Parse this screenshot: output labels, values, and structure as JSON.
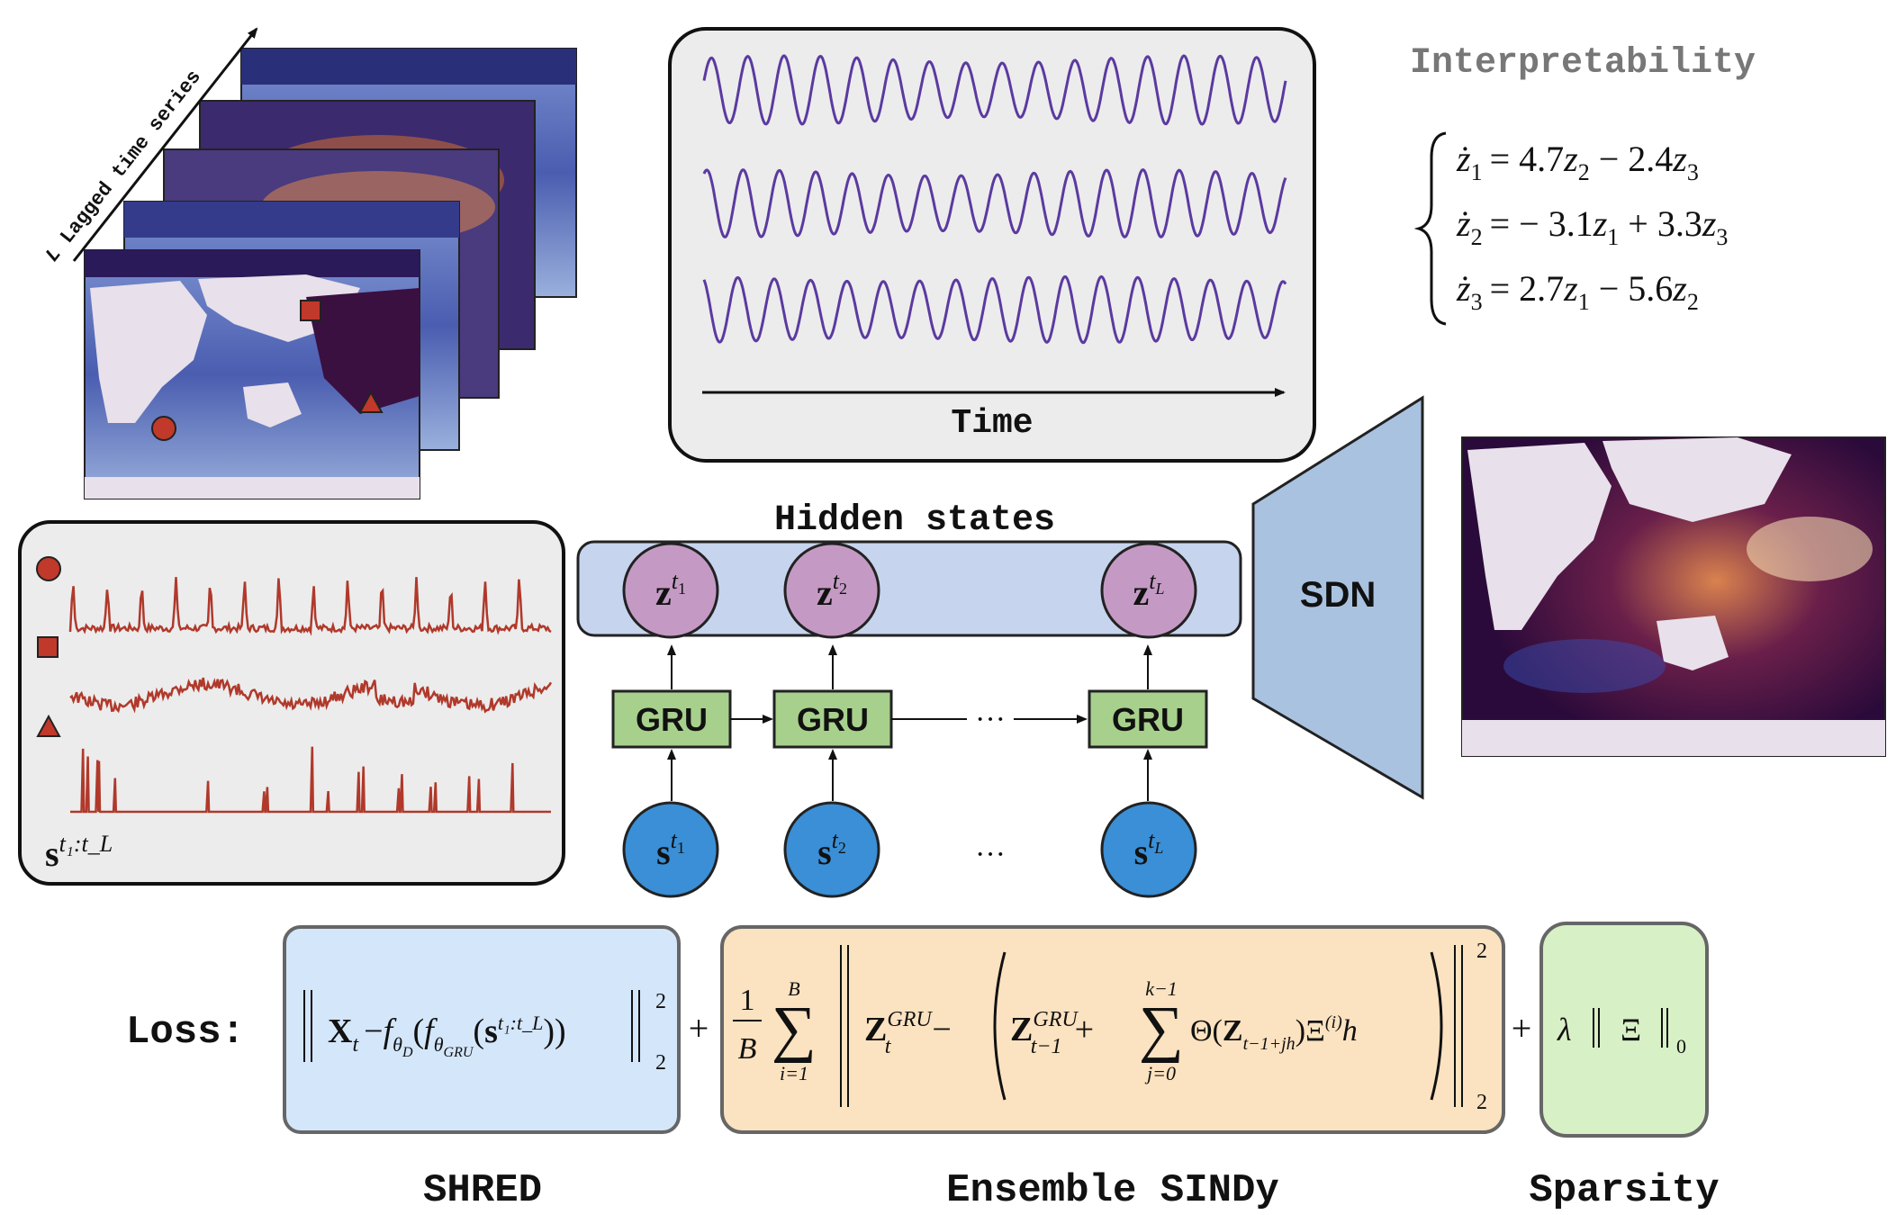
{
  "lagged_label": {
    "prefix": "L",
    "text": " Lagged time series"
  },
  "time_panel": {
    "axis_label": "Time"
  },
  "interpretability": {
    "title": "Interpretability",
    "equations": [
      {
        "lhs": "ż",
        "lhs_sub": "1",
        "t1": "= 4.7",
        "v1": "z",
        "s1": "2",
        "t2": " − 2.4",
        "v2": "z",
        "s2": "3"
      },
      {
        "lhs": "ż",
        "lhs_sub": "2",
        "t1": "= − 3.1",
        "v1": "z",
        "s1": "1",
        "t2": " + 3.3",
        "v2": "z",
        "s2": "3"
      },
      {
        "lhs": "ż",
        "lhs_sub": "3",
        "t1": "= 2.7",
        "v1": "z",
        "s1": "1",
        "t2": " − 5.6",
        "v2": "z",
        "s2": "2"
      }
    ]
  },
  "sensor_panel": {
    "label_base": "s",
    "label_sup": "t₁:t_L"
  },
  "hidden": {
    "title": "Hidden states",
    "z_nodes": [
      {
        "base": "z",
        "sup": "t",
        "subsup": "1"
      },
      {
        "base": "z",
        "sup": "t",
        "subsup": "2"
      },
      {
        "base": "z",
        "sup": "t",
        "subsup": "L"
      }
    ],
    "gru_label": "GRU",
    "s_nodes": [
      {
        "base": "s",
        "sup": "t",
        "subsup": "1"
      },
      {
        "base": "s",
        "sup": "t",
        "subsup": "2"
      },
      {
        "base": "s",
        "sup": "t",
        "subsup": "L"
      }
    ],
    "ellipsis": "···"
  },
  "decoder": {
    "label": "SDN"
  },
  "loss": {
    "label": "Loss:",
    "plus": "+",
    "shred_caption": "SHRED",
    "sindy_caption": "Ensemble SINDy",
    "sparsity_caption": "Sparsity",
    "shred_term": {
      "X": "X",
      "t": "t",
      "minus": "−",
      "f": "f",
      "thetaD": "θ",
      "D": "D",
      "thetaGRU": "θ",
      "GRU": "GRU",
      "s": "s",
      "sup": "t₁:t_L",
      "norm_sup": "2",
      "norm_sub": "2"
    },
    "sindy_term": {
      "frac_num": "1",
      "frac_den": "B",
      "sum_top": "B",
      "sum_bot": "i=1",
      "Z": "Z",
      "GRU": "GRU",
      "t": "t",
      "tm1": "t−1",
      "minus": "−",
      "plus": "+",
      "sum2_top": "k−1",
      "sum2_bot": "j=0",
      "theta": "Θ(",
      "Zsub": "t−1+jh",
      "xi": ")Ξ",
      "xi_sup": "(i)",
      "h": "h",
      "norm_sup": "2",
      "norm_sub": "2"
    },
    "sparsity_term": {
      "lambda": "λ",
      "xi": "Ξ",
      "sub": "0"
    }
  },
  "colors": {
    "ocean_dark": "#2a0a3a",
    "land": "#e8e0ea",
    "sensor_red": "#c0392b",
    "trace_red": "#b0392b",
    "wave_purple": "#5b3aa0",
    "z_node": "#c49ac4",
    "s_node": "#3a8fd6",
    "gru_green": "#a7d08c",
    "hidden_band": "#c7d4ee",
    "decoder_blue": "#a9c2e0",
    "shred_box": "#d4e6fa",
    "sindy_box": "#fbe2c0",
    "sparsity_box": "#d8f0c6"
  }
}
